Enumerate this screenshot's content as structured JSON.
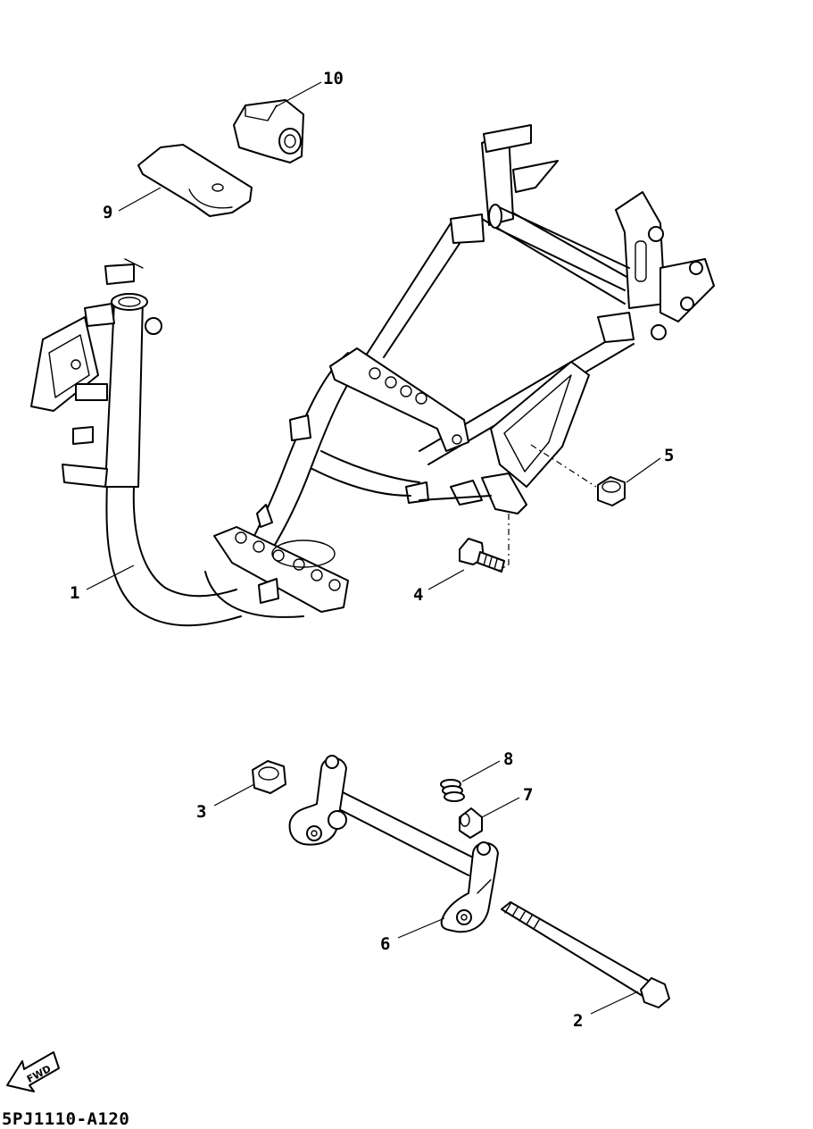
{
  "diagram_code": "5PJ1110-A120",
  "fwd_label": "FWD",
  "callouts": [
    "1",
    "2",
    "3",
    "4",
    "5",
    "6",
    "7",
    "8",
    "9",
    "10"
  ]
}
